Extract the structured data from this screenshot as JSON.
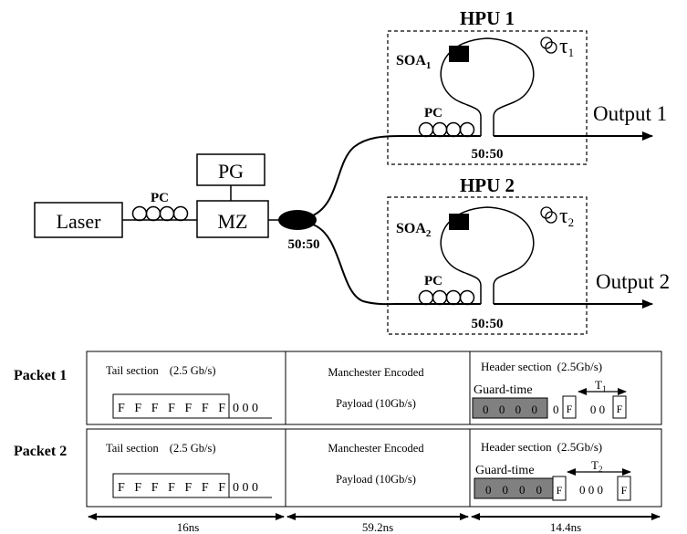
{
  "colors": {
    "ink": "#000000",
    "guard_fill": "#808080",
    "background": "#ffffff"
  },
  "setup": {
    "laser_label": "Laser",
    "pg_label": "PG",
    "mz_label": "MZ",
    "pc_label": "PC",
    "coupler_label": "50:50",
    "hpu1": {
      "title": "HPU 1",
      "soa_label": "SOA",
      "soa_sub": "1",
      "pc_label": "PC",
      "delay_symbol": "τ",
      "delay_sub": "1",
      "coupler_label": "50:50",
      "output_label": "Output 1"
    },
    "hpu2": {
      "title": "HPU 2",
      "soa_label": "SOA",
      "soa_sub": "2",
      "pc_label": "PC",
      "delay_symbol": "τ",
      "delay_sub": "2",
      "coupler_label": "50:50",
      "output_label": "Output 2"
    }
  },
  "packets": [
    {
      "label": "Packet 1",
      "tail_title": "Tail section",
      "tail_rate": "(2.5 Gb/s)",
      "tail_bits": "F F F F F F F",
      "tail_zeros": "0 0 0",
      "payload_line1": "Manchester Encoded",
      "payload_line2": "Payload (10Gb/s)",
      "header_title": "Header section",
      "header_rate": "(2.5Gb/s)",
      "guard_label": "Guard-time",
      "guard_bits": "0 0 0 0",
      "header_zero": "0",
      "header_f1": "F",
      "header_mid": "0 0",
      "header_f2": "F",
      "t_symbol": "T",
      "t_sub": "1"
    },
    {
      "label": "Packet 2",
      "tail_title": "Tail section",
      "tail_rate": "(2.5 Gb/s)",
      "tail_bits": "F F F F F F F",
      "tail_zeros": "0 0 0",
      "payload_line1": "Manchester Encoded",
      "payload_line2": "Payload (10Gb/s)",
      "header_title": "Header section",
      "header_rate": "(2.5Gb/s)",
      "guard_label": "Guard-time",
      "guard_bits": "0 0 0 0",
      "header_f1": "F",
      "header_mid": "0 0 0",
      "header_f2": "F",
      "t_symbol": "T",
      "t_sub": "2"
    }
  ],
  "durations": {
    "tail": "16ns",
    "payload": "59.2ns",
    "header": "14.4ns"
  }
}
